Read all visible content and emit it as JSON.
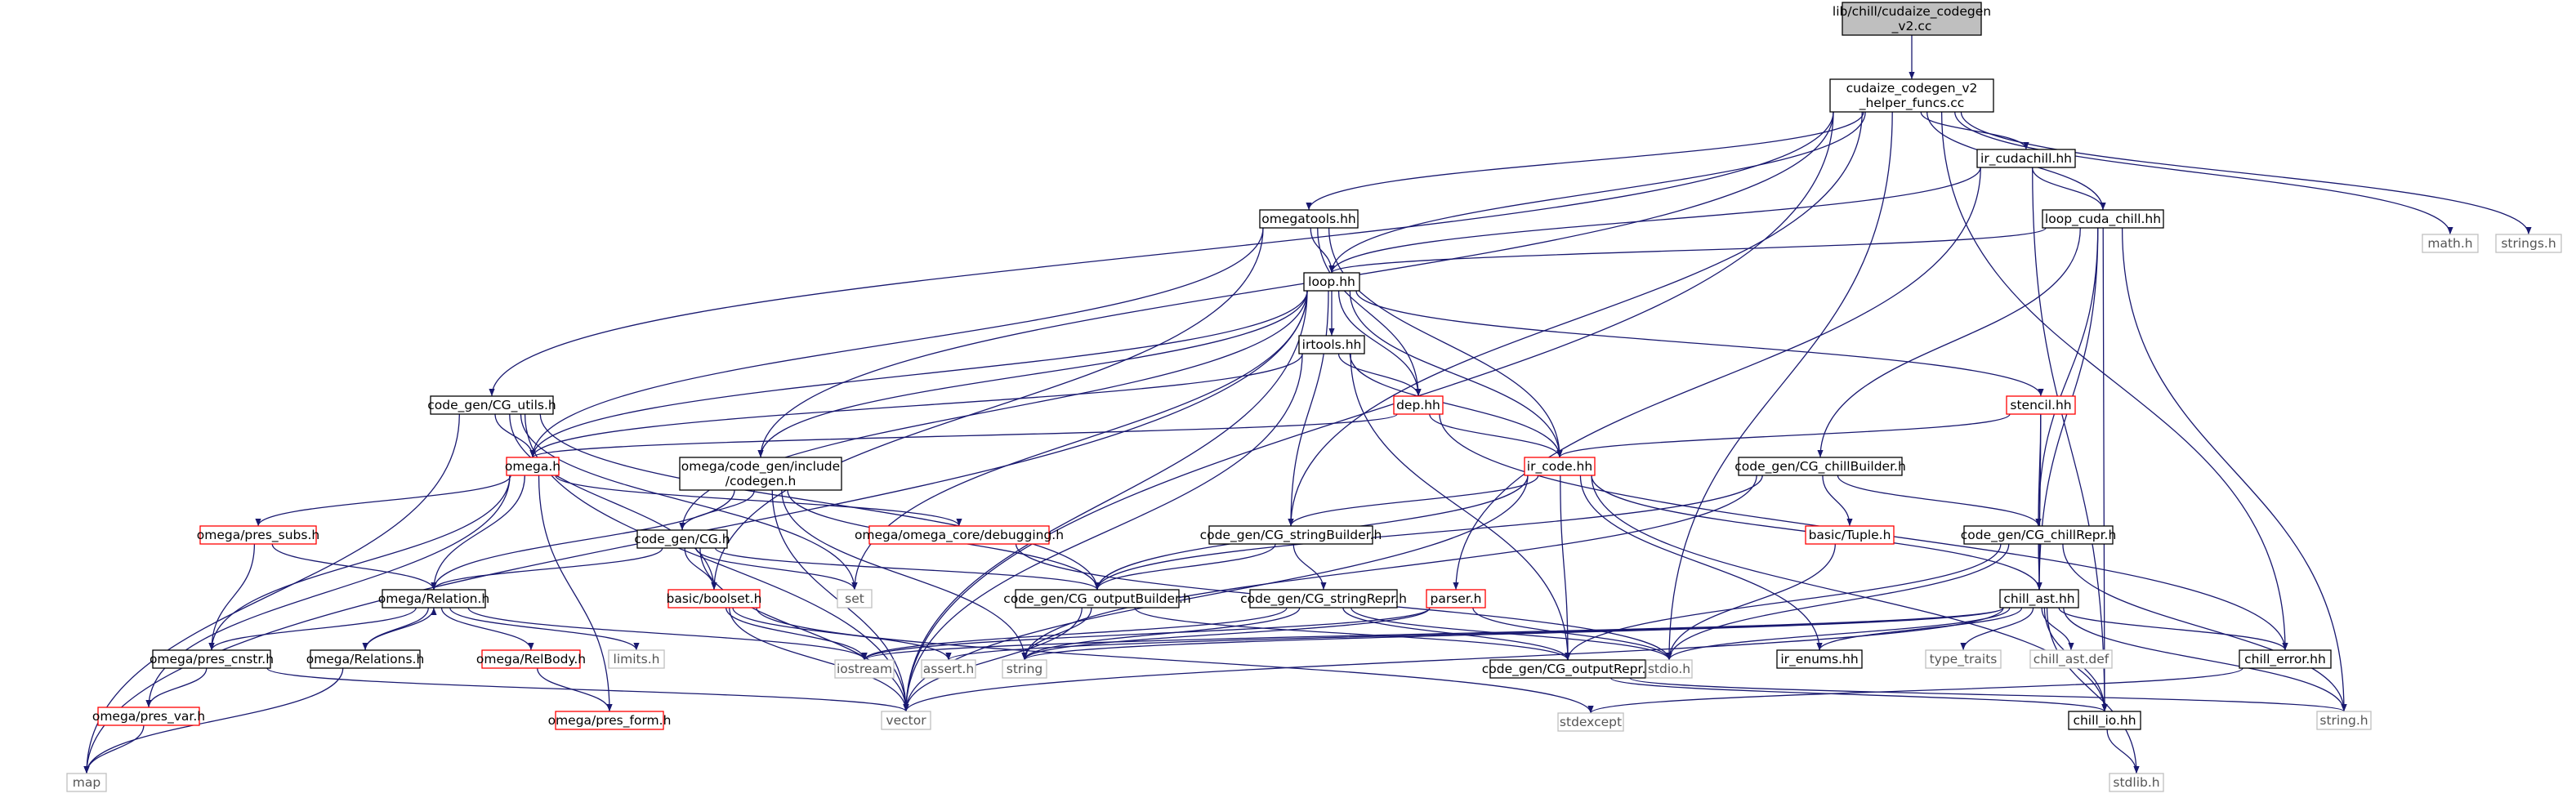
{
  "colors": {
    "edge": "#191970",
    "text": "#000000",
    "text_system": "#555555",
    "border_normal": "#000000",
    "border_broken": "#ff0000",
    "border_system": "#bfbfbf",
    "fill_root": "#bfbfbf",
    "fill_default": "#ffffff"
  },
  "graph": {
    "nodes": [
      {
        "id": "root",
        "lines": [
          "lib/chill/cudaize_codegen",
          "_v2.cc"
        ],
        "kind": "root"
      },
      {
        "id": "helper",
        "lines": [
          "cudaize_codegen_v2",
          "_helper_funcs.cc"
        ],
        "kind": "normal"
      },
      {
        "id": "ir_cudachill",
        "lines": [
          "ir_cudachill.hh"
        ],
        "kind": "normal"
      },
      {
        "id": "math",
        "lines": [
          "math.h"
        ],
        "kind": "system"
      },
      {
        "id": "strings",
        "lines": [
          "strings.h"
        ],
        "kind": "system"
      },
      {
        "id": "omegatools",
        "lines": [
          "omegatools.hh"
        ],
        "kind": "normal"
      },
      {
        "id": "loop_cuda",
        "lines": [
          "loop_cuda_chill.hh"
        ],
        "kind": "normal"
      },
      {
        "id": "loop",
        "lines": [
          "loop.hh"
        ],
        "kind": "normal"
      },
      {
        "id": "irtools",
        "lines": [
          "irtools.hh"
        ],
        "kind": "normal"
      },
      {
        "id": "cg_utils",
        "lines": [
          "code_gen/CG_utils.h"
        ],
        "kind": "normal"
      },
      {
        "id": "dep",
        "lines": [
          "dep.hh"
        ],
        "kind": "broken"
      },
      {
        "id": "stencil",
        "lines": [
          "stencil.hh"
        ],
        "kind": "broken"
      },
      {
        "id": "omega",
        "lines": [
          "omega.h"
        ],
        "kind": "broken"
      },
      {
        "id": "codegen",
        "lines": [
          "omega/code_gen/include",
          "/codegen.h"
        ],
        "kind": "normal"
      },
      {
        "id": "ir_code",
        "lines": [
          "ir_code.hh"
        ],
        "kind": "broken"
      },
      {
        "id": "cg_chillbuilder",
        "lines": [
          "code_gen/CG_chillBuilder.h"
        ],
        "kind": "normal"
      },
      {
        "id": "pres_subs",
        "lines": [
          "omega/pres_subs.h"
        ],
        "kind": "broken"
      },
      {
        "id": "debugging",
        "lines": [
          "omega/omega_core/debugging.h"
        ],
        "kind": "broken"
      },
      {
        "id": "cg_stringbuilder",
        "lines": [
          "code_gen/CG_stringBuilder.h"
        ],
        "kind": "normal"
      },
      {
        "id": "basic_tuple",
        "lines": [
          "basic/Tuple.h"
        ],
        "kind": "broken"
      },
      {
        "id": "cg_chillrepr",
        "lines": [
          "code_gen/CG_chillRepr.h"
        ],
        "kind": "normal"
      },
      {
        "id": "cg_h",
        "lines": [
          "code_gen/CG.h"
        ],
        "kind": "normal"
      },
      {
        "id": "relation",
        "lines": [
          "omega/Relation.h"
        ],
        "kind": "normal"
      },
      {
        "id": "boolset",
        "lines": [
          "basic/boolset.h"
        ],
        "kind": "broken"
      },
      {
        "id": "set",
        "lines": [
          "set"
        ],
        "kind": "system"
      },
      {
        "id": "cg_outputbuilder",
        "lines": [
          "code_gen/CG_outputBuilder.h"
        ],
        "kind": "normal"
      },
      {
        "id": "cg_stringrepr",
        "lines": [
          "code_gen/CG_stringRepr.h"
        ],
        "kind": "normal"
      },
      {
        "id": "parser",
        "lines": [
          "parser.h"
        ],
        "kind": "broken"
      },
      {
        "id": "chill_ast",
        "lines": [
          "chill_ast.hh"
        ],
        "kind": "normal"
      },
      {
        "id": "pres_cnstr",
        "lines": [
          "omega/pres_cnstr.h"
        ],
        "kind": "normal"
      },
      {
        "id": "relations",
        "lines": [
          "omega/Relations.h"
        ],
        "kind": "normal"
      },
      {
        "id": "relbody",
        "lines": [
          "omega/RelBody.h"
        ],
        "kind": "broken"
      },
      {
        "id": "limits",
        "lines": [
          "limits.h"
        ],
        "kind": "system"
      },
      {
        "id": "iostream",
        "lines": [
          "iostream"
        ],
        "kind": "system"
      },
      {
        "id": "assert",
        "lines": [
          "assert.h"
        ],
        "kind": "system"
      },
      {
        "id": "string",
        "lines": [
          "string"
        ],
        "kind": "system"
      },
      {
        "id": "cg_outputrepr",
        "lines": [
          "code_gen/CG_outputRepr.h"
        ],
        "kind": "normal"
      },
      {
        "id": "stdio",
        "lines": [
          "stdio.h"
        ],
        "kind": "system"
      },
      {
        "id": "ir_enums",
        "lines": [
          "ir_enums.hh"
        ],
        "kind": "normal"
      },
      {
        "id": "type_traits",
        "lines": [
          "type_traits"
        ],
        "kind": "system"
      },
      {
        "id": "chill_ast_def",
        "lines": [
          "chill_ast.def"
        ],
        "kind": "system"
      },
      {
        "id": "chill_error",
        "lines": [
          "chill_error.hh"
        ],
        "kind": "normal"
      },
      {
        "id": "pres_var",
        "lines": [
          "omega/pres_var.h"
        ],
        "kind": "broken"
      },
      {
        "id": "pres_form",
        "lines": [
          "omega/pres_form.h"
        ],
        "kind": "broken"
      },
      {
        "id": "vector",
        "lines": [
          "vector"
        ],
        "kind": "system"
      },
      {
        "id": "stdexcept",
        "lines": [
          "stdexcept"
        ],
        "kind": "system"
      },
      {
        "id": "chill_io",
        "lines": [
          "chill_io.hh"
        ],
        "kind": "normal"
      },
      {
        "id": "string_h",
        "lines": [
          "string.h"
        ],
        "kind": "system"
      },
      {
        "id": "map",
        "lines": [
          "map"
        ],
        "kind": "system"
      },
      {
        "id": "stdlib",
        "lines": [
          "stdlib.h"
        ],
        "kind": "system"
      }
    ],
    "edges": [
      [
        "root",
        "helper"
      ],
      [
        "helper",
        "ir_cudachill"
      ],
      [
        "helper",
        "math"
      ],
      [
        "helper",
        "strings"
      ],
      [
        "helper",
        "omegatools"
      ],
      [
        "helper",
        "loop_cuda"
      ],
      [
        "helper",
        "loop"
      ],
      [
        "helper",
        "cg_utils"
      ],
      [
        "helper",
        "codegen"
      ],
      [
        "helper",
        "cg_stringbuilder"
      ],
      [
        "helper",
        "chill_error"
      ],
      [
        "helper",
        "vector"
      ],
      [
        "helper",
        "stdio"
      ],
      [
        "ir_cudachill",
        "loop"
      ],
      [
        "ir_cudachill",
        "loop_cuda"
      ],
      [
        "ir_cudachill",
        "parser"
      ],
      [
        "ir_cudachill",
        "chill_io"
      ],
      [
        "omegatools",
        "loop"
      ],
      [
        "omegatools",
        "dep"
      ],
      [
        "omegatools",
        "omega"
      ],
      [
        "omegatools",
        "ir_code"
      ],
      [
        "omegatools",
        "boolset"
      ],
      [
        "loop_cuda",
        "loop"
      ],
      [
        "loop_cuda",
        "cg_chillbuilder"
      ],
      [
        "loop_cuda",
        "cg_chillrepr"
      ],
      [
        "loop_cuda",
        "chill_ast"
      ],
      [
        "loop_cuda",
        "chill_io"
      ],
      [
        "loop_cuda",
        "string_h"
      ],
      [
        "loop",
        "irtools"
      ],
      [
        "loop",
        "dep"
      ],
      [
        "loop",
        "ir_code"
      ],
      [
        "loop",
        "stencil"
      ],
      [
        "loop",
        "omega"
      ],
      [
        "loop",
        "codegen"
      ],
      [
        "loop",
        "cg_h"
      ],
      [
        "loop",
        "cg_stringbuilder"
      ],
      [
        "loop",
        "set"
      ],
      [
        "loop",
        "vector"
      ],
      [
        "loop",
        "map"
      ],
      [
        "irtools",
        "dep"
      ],
      [
        "irtools",
        "ir_code"
      ],
      [
        "irtools",
        "omega"
      ],
      [
        "irtools",
        "vector"
      ],
      [
        "irtools",
        "cg_outputrepr"
      ],
      [
        "cg_utils",
        "omega"
      ],
      [
        "cg_utils",
        "boolset"
      ],
      [
        "cg_utils",
        "cg_outputbuilder"
      ],
      [
        "cg_utils",
        "set"
      ],
      [
        "cg_utils",
        "vector"
      ],
      [
        "cg_utils",
        "map"
      ],
      [
        "dep",
        "ir_code"
      ],
      [
        "dep",
        "omega"
      ],
      [
        "dep",
        "chill_error"
      ],
      [
        "stencil",
        "ir_code"
      ],
      [
        "stencil",
        "cg_chillrepr"
      ],
      [
        "stencil",
        "chill_ast"
      ],
      [
        "omega",
        "pres_subs"
      ],
      [
        "omega",
        "relation"
      ],
      [
        "omega",
        "debugging"
      ],
      [
        "omega",
        "pres_cnstr"
      ],
      [
        "omega",
        "pres_var"
      ],
      [
        "omega",
        "pres_form"
      ],
      [
        "codegen",
        "cg_h"
      ],
      [
        "codegen",
        "relation"
      ],
      [
        "codegen",
        "cg_outputbuilder"
      ],
      [
        "codegen",
        "vector"
      ],
      [
        "codegen",
        "string"
      ],
      [
        "ir_code",
        "cg_stringbuilder"
      ],
      [
        "ir_code",
        "cg_outputbuilder"
      ],
      [
        "ir_code",
        "cg_outputrepr"
      ],
      [
        "ir_code",
        "chill_ast"
      ],
      [
        "ir_code",
        "ir_enums"
      ],
      [
        "ir_code",
        "vector"
      ],
      [
        "ir_code",
        "chill_io"
      ],
      [
        "cg_chillbuilder",
        "basic_tuple"
      ],
      [
        "cg_chillbuilder",
        "cg_chillrepr"
      ],
      [
        "cg_chillbuilder",
        "cg_outputbuilder"
      ],
      [
        "cg_chillbuilder",
        "string"
      ],
      [
        "pres_subs",
        "relation"
      ],
      [
        "pres_subs",
        "pres_cnstr"
      ],
      [
        "debugging",
        "stdio"
      ],
      [
        "cg_stringbuilder",
        "cg_outputbuilder"
      ],
      [
        "cg_stringbuilder",
        "cg_stringrepr"
      ],
      [
        "basic_tuple",
        "stdio"
      ],
      [
        "cg_chillrepr",
        "chill_ast"
      ],
      [
        "cg_chillrepr",
        "cg_outputrepr"
      ],
      [
        "cg_chillrepr",
        "stdio"
      ],
      [
        "cg_chillrepr",
        "string_h"
      ],
      [
        "cg_h",
        "relation"
      ],
      [
        "cg_h",
        "boolset"
      ],
      [
        "cg_h",
        "cg_outputbuilder"
      ],
      [
        "cg_h",
        "set"
      ],
      [
        "cg_h",
        "vector"
      ],
      [
        "relation",
        "relations"
      ],
      [
        "relation",
        "relbody"
      ],
      [
        "relation",
        "pres_cnstr"
      ],
      [
        "relation",
        "limits"
      ],
      [
        "relation",
        "iostream"
      ],
      [
        "boolset",
        "vector"
      ],
      [
        "boolset",
        "iostream"
      ],
      [
        "boolset",
        "assert"
      ],
      [
        "boolset",
        "stdexcept"
      ],
      [
        "cg_outputbuilder",
        "cg_outputrepr"
      ],
      [
        "cg_outputbuilder",
        "vector"
      ],
      [
        "cg_outputbuilder",
        "string"
      ],
      [
        "cg_stringrepr",
        "cg_outputrepr"
      ],
      [
        "cg_stringrepr",
        "string"
      ],
      [
        "cg_stringrepr",
        "iostream"
      ],
      [
        "cg_stringrepr",
        "stdio"
      ],
      [
        "parser",
        "iostream"
      ],
      [
        "parser",
        "string"
      ],
      [
        "parser",
        "stdio"
      ],
      [
        "chill_ast",
        "iostream"
      ],
      [
        "chill_ast",
        "string"
      ],
      [
        "chill_ast",
        "vector"
      ],
      [
        "chill_ast",
        "assert"
      ],
      [
        "chill_ast",
        "stdio"
      ],
      [
        "chill_ast",
        "type_traits"
      ],
      [
        "chill_ast",
        "chill_ast_def"
      ],
      [
        "chill_ast",
        "chill_error"
      ],
      [
        "chill_ast",
        "chill_io"
      ],
      [
        "chill_ast",
        "string_h"
      ],
      [
        "chill_ast",
        "stdlib"
      ],
      [
        "chill_ast",
        "ir_enums"
      ],
      [
        "pres_cnstr",
        "pres_var"
      ],
      [
        "pres_cnstr",
        "vector"
      ],
      [
        "relations",
        "relation"
      ],
      [
        "relations",
        "map"
      ],
      [
        "relbody",
        "pres_form"
      ],
      [
        "cg_outputrepr",
        "chill_io"
      ],
      [
        "cg_outputrepr",
        "string_h"
      ],
      [
        "chill_error",
        "stdexcept"
      ],
      [
        "chill_io",
        "stdlib"
      ],
      [
        "pres_var",
        "map"
      ]
    ]
  }
}
